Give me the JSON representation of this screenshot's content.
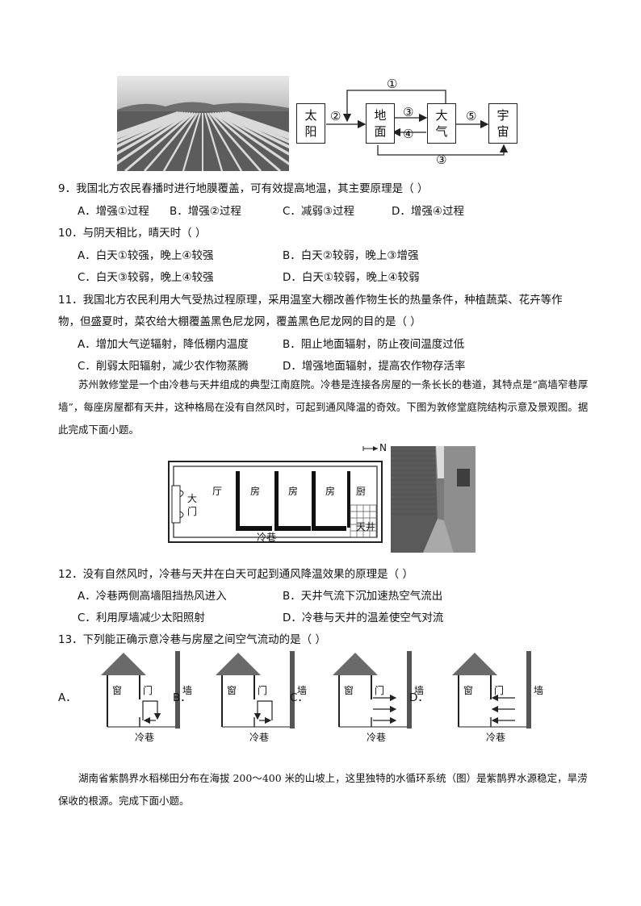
{
  "figure1": {
    "boxes": {
      "sun": "太\n阳",
      "ground": "地\n面",
      "atmosphere": "大\n气",
      "space": "宇\n宙"
    },
    "arrows": {
      "a1": "①",
      "a2": "②",
      "a3": "③",
      "a4": "④",
      "a5": "⑤",
      "a3b": "③"
    }
  },
  "q9": {
    "stem": "9．我国北方农民春播时进行地膜覆盖，可有效提高地温，其主要原理是（    ）",
    "options": [
      "A．增强①过程",
      "B．增强②过程",
      "C．减弱③过程",
      "D．增强④过程"
    ]
  },
  "q10": {
    "stem": "10．与阴天相比，晴天时（    ）",
    "options": [
      "A．白天①较强，晚上④较强",
      "B．白天②较弱，晚上③增强",
      "C．白天③较弱，晚上④较强",
      "D．白天①较弱，晚上④较弱"
    ]
  },
  "q11": {
    "stem_line1": "11．我国北方农民利用大气受热过程原理，采用温室大棚改善作物生长的热量条件，种植蔬菜、花卉等作",
    "stem_line2": "物，但盛夏时，菜农给大棚覆盖黑色尼龙网，覆盖黑色尼龙网的目的是（    ）",
    "options": [
      "A．增加大气逆辐射，降低棚内温度",
      "B．阻止地面辐射，防止夜间温度过低",
      "C．削弱太阳辐射，减少农作物蒸腾",
      "D．增强地面辐射，提高农作物存活率"
    ]
  },
  "passage1": "苏州敦修堂是一个由冷巷与天井组成的典型江南庭院。冷巷是连接各房屋的一条长长的巷道，其特点是“高墙窄巷厚墙”，每座房屋都有天井，这种格局在没有自然风时，可起到通风降温的奇效。下图为敦修堂庭院结构示意及景观图。据此完成下面小题。",
  "figure2": {
    "north": "N",
    "labels": {
      "gate": "大\n门",
      "hall": "厅",
      "room1": "房",
      "room2": "房",
      "room3": "房",
      "kitchen": "厨",
      "lane": "冷巷",
      "courtyard": "天井"
    }
  },
  "q12": {
    "stem": "12．没有自然风时，冷巷与天井在白天可起到通风降温效果的原理是（    ）",
    "options": [
      "A．冷巷两侧高墙阻挡热风进入",
      "B．天井气流下沉加速热空气流出",
      "C．利用厚墙减少太阳照射",
      "D．冷巷与天井的温差使空气对流"
    ]
  },
  "q13": {
    "stem": "13．下列能正确示意冷巷与房屋之间空气流动的是（    ）",
    "diagrams": [
      {
        "letter": "A．",
        "window": "窗",
        "door": "门",
        "wall": "墙",
        "lane": "冷巷"
      },
      {
        "letter": "B．",
        "window": "窗",
        "door": "门",
        "wall": "墙",
        "lane": "冷巷"
      },
      {
        "letter": "C．",
        "window": "窗",
        "door": "门",
        "wall": "墙",
        "lane": "冷巷"
      },
      {
        "letter": "D．",
        "window": "窗",
        "door": "门",
        "wall": "墙",
        "lane": "冷巷"
      }
    ]
  },
  "passage2": "湖南省紫鹊界水稻梯田分布在海拔 200～400 米的山坡上，这里独特的水循环系统（图）是紫鹊界水源稳定，旱涝保收的根源。完成下面小题。"
}
